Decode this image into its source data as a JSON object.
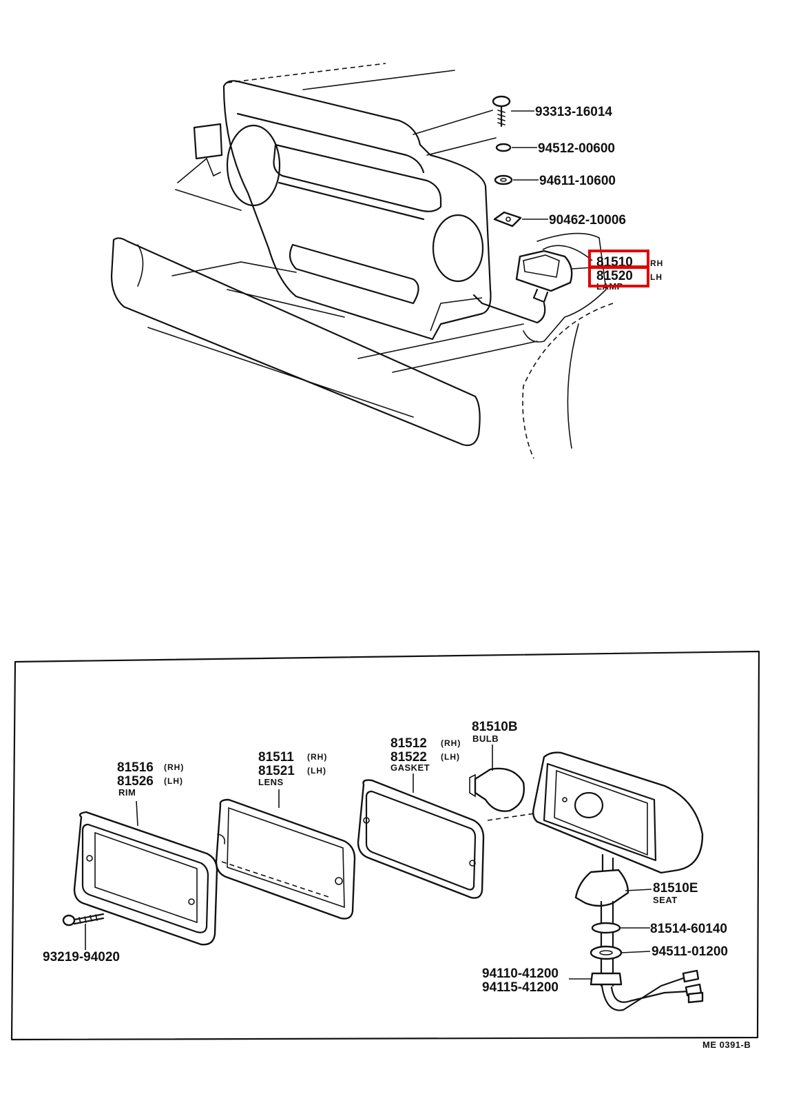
{
  "top_view": {
    "parts": [
      {
        "number": "93313-16014"
      },
      {
        "number": "94512-00600"
      },
      {
        "number": "94611-10600"
      },
      {
        "number": "90462-10006"
      }
    ],
    "lamp": {
      "rh_number": "81510",
      "rh_side": "RH",
      "lh_number": "81520",
      "lh_side": "LH",
      "name": "LAMP"
    }
  },
  "detail_view": {
    "rim": {
      "rh_number": "81516",
      "rh_side": "(RH)",
      "lh_number": "81526",
      "lh_side": "(LH)",
      "name": "RIM"
    },
    "lens": {
      "rh_number": "81511",
      "rh_side": "(RH)",
      "lh_number": "81521",
      "lh_side": "(LH)",
      "name": "LENS"
    },
    "gasket": {
      "rh_number": "81512",
      "rh_side": "(RH)",
      "lh_number": "81522",
      "lh_side": "(LH)",
      "name": "GASKET"
    },
    "bulb": {
      "number": "81510B",
      "name": "BULB"
    },
    "seat": {
      "number": "81510E",
      "name": "SEAT"
    },
    "screw": {
      "number": "93219-94020"
    },
    "washer_a": {
      "number": "81514-60140"
    },
    "washer_b": {
      "number": "94511-01200"
    },
    "nut": {
      "number_1": "94110-41200",
      "number_2": "94115-41200"
    }
  },
  "drawing_code": "ME 0391-B",
  "highlight_color": "#e00000"
}
